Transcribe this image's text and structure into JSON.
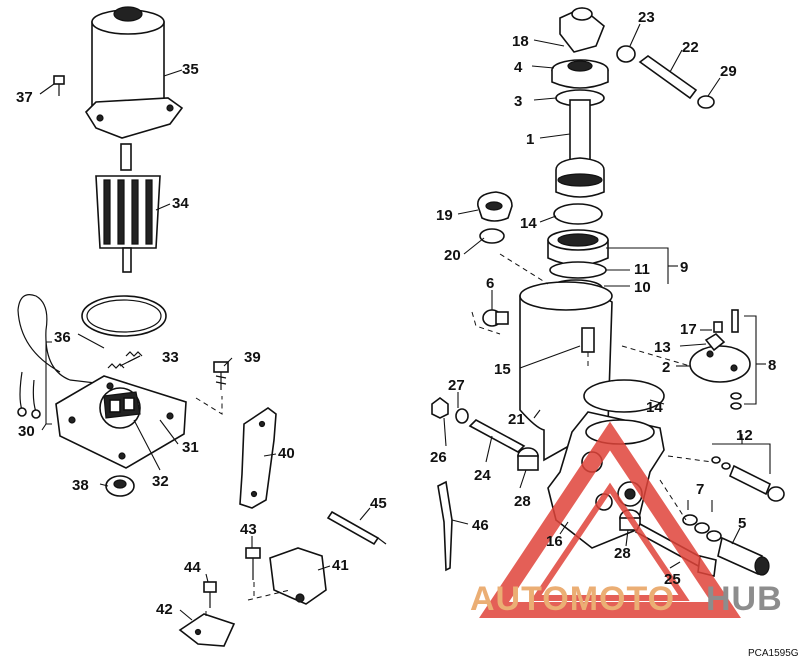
{
  "callouts": {
    "c1": "1",
    "c2": "2",
    "c3": "3",
    "c4": "4",
    "c5": "5",
    "c6": "6",
    "c7": "7",
    "c8": "8",
    "c9": "9",
    "c10": "10",
    "c11": "11",
    "c12": "12",
    "c13": "13",
    "c14a": "14",
    "c14b": "14",
    "c15": "15",
    "c16": "16",
    "c17": "17",
    "c18": "18",
    "c19": "19",
    "c20": "20",
    "c21": "21",
    "c22": "22",
    "c23": "23",
    "c24": "24",
    "c25": "25",
    "c26": "26",
    "c27": "27",
    "c28a": "28",
    "c28b": "28",
    "c29": "29",
    "c30": "30",
    "c31": "31",
    "c32": "32",
    "c33": "33",
    "c34": "34",
    "c35": "35",
    "c36": "36",
    "c37": "37",
    "c38": "38",
    "c39": "39",
    "c40": "40",
    "c41": "41",
    "c42": "42",
    "c43": "43",
    "c44": "44",
    "c45": "45",
    "c46": "46"
  },
  "figure_code": "PCA1595G",
  "watermark": {
    "part1": "AUTOMOTO",
    "part2": "HUB",
    "color_primary": "#e8a05c",
    "color_secondary": "#7a7a7a",
    "triangle_color": "#e0443a"
  }
}
